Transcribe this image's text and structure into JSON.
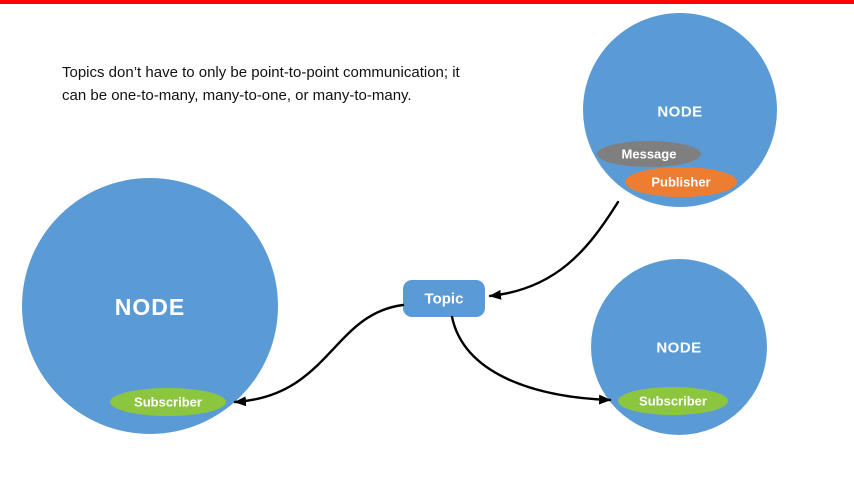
{
  "colors": {
    "top_bar_red": "#FF0000",
    "node_blue": "#5B9BD5",
    "message_gray": "#7F7F7F",
    "publisher_orange": "#ED7D31",
    "subscriber_green": "#8CC63F",
    "arrow": "#000000"
  },
  "caption": {
    "lines": [
      "Topics don’t have to only be point-to-point communication; it",
      "can be one-to-many, many-to-one, or many-to-many."
    ]
  },
  "topic": {
    "label": "Topic"
  },
  "nodes": {
    "left": {
      "label": "NODE",
      "subscriber": "Subscriber"
    },
    "top_right": {
      "label": "NODE",
      "message": "Message",
      "publisher": "Publisher"
    },
    "bottom_right": {
      "label": "NODE",
      "subscriber": "Subscriber"
    }
  }
}
